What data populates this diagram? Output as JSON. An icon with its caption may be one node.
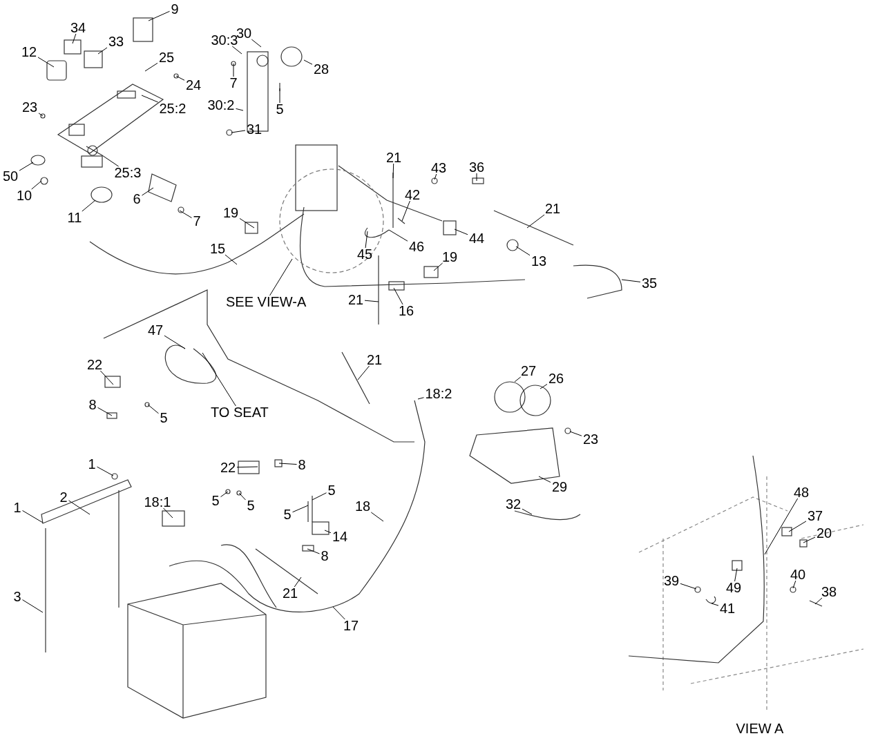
{
  "diagram": {
    "nodes": [
      {
        "text": [
          "9"
        ]
      },
      {
        "text": [
          "34"
        ]
      },
      {
        "text": [
          "30"
        ]
      },
      {
        "text": [
          "30:3"
        ]
      },
      {
        "text": [
          "33"
        ]
      },
      {
        "text": [
          "12"
        ]
      },
      {
        "text": [
          "25"
        ]
      },
      {
        "text": [
          "28"
        ]
      },
      {
        "text": [
          "7"
        ]
      },
      {
        "text": [
          "24"
        ]
      },
      {
        "text": [
          "23"
        ]
      },
      {
        "text": [
          "25:2"
        ]
      },
      {
        "text": [
          "30:2"
        ]
      },
      {
        "text": [
          "5"
        ]
      },
      {
        "text": [
          "31"
        ]
      },
      {
        "text": [
          "25:3"
        ]
      },
      {
        "text": [
          "50"
        ]
      },
      {
        "text": [
          "10"
        ]
      },
      {
        "text": [
          "6"
        ]
      },
      {
        "text": [
          "36"
        ]
      },
      {
        "text": [
          "21"
        ]
      },
      {
        "text": [
          "43"
        ]
      },
      {
        "text": [
          "11"
        ]
      },
      {
        "text": [
          "7"
        ]
      },
      {
        "text": [
          "21"
        ]
      },
      {
        "text": [
          "42"
        ]
      },
      {
        "text": [
          "19"
        ]
      },
      {
        "text": [
          "44"
        ]
      },
      {
        "text": [
          "15"
        ]
      },
      {
        "text": [
          "46"
        ]
      },
      {
        "text": [
          "45"
        ]
      },
      {
        "text": [
          "19"
        ]
      },
      {
        "text": [
          "13"
        ]
      },
      {
        "text": [
          "35"
        ]
      },
      {
        "text": [
          "SEE VIEW-A"
        ]
      },
      {
        "text": [
          "21"
        ]
      },
      {
        "text": [
          "16"
        ]
      },
      {
        "text": [
          "47"
        ]
      },
      {
        "text": [
          "21"
        ]
      },
      {
        "text": [
          "22"
        ]
      },
      {
        "text": [
          "18:2"
        ]
      },
      {
        "text": [
          "27"
        ]
      },
      {
        "text": [
          "26"
        ]
      },
      {
        "text": [
          "8"
        ]
      },
      {
        "text": [
          "5"
        ]
      },
      {
        "text": [
          "TO SEAT"
        ]
      },
      {
        "text": [
          "23"
        ]
      },
      {
        "text": [
          "1"
        ]
      },
      {
        "text": [
          "22"
        ]
      },
      {
        "text": [
          "8"
        ]
      },
      {
        "text": [
          "29"
        ]
      },
      {
        "text": [
          "5"
        ]
      },
      {
        "text": [
          "2"
        ]
      },
      {
        "text": [
          "18:1"
        ]
      },
      {
        "text": [
          "5"
        ]
      },
      {
        "text": [
          "5"
        ]
      },
      {
        "text": [
          "1"
        ]
      },
      {
        "text": [
          "18"
        ]
      },
      {
        "text": [
          "32"
        ]
      },
      {
        "text": [
          "48"
        ]
      },
      {
        "text": [
          "5"
        ]
      },
      {
        "text": [
          "37"
        ]
      },
      {
        "text": [
          "20"
        ]
      },
      {
        "text": [
          "14"
        ]
      },
      {
        "text": [
          "8"
        ]
      },
      {
        "text": [
          "49"
        ]
      },
      {
        "text": [
          "39"
        ]
      },
      {
        "text": [
          "40"
        ]
      },
      {
        "text": [
          "38"
        ]
      },
      {
        "text": [
          "3"
        ]
      },
      {
        "text": [
          "21"
        ]
      },
      {
        "text": [
          "41"
        ]
      },
      {
        "text": [
          "17"
        ]
      }
    ],
    "edges": [
      {
        "from": 0,
        "to": null,
        "arrow": "none"
      },
      {
        "from": 1,
        "to": null,
        "arrow": "none"
      },
      {
        "from": 2,
        "to": null,
        "arrow": "none"
      },
      {
        "from": 3,
        "to": null,
        "arrow": "none"
      },
      {
        "from": 4,
        "to": null,
        "arrow": "none"
      },
      {
        "from": 5,
        "to": null,
        "arrow": "none"
      },
      {
        "from": 6,
        "to": null,
        "arrow": "none"
      },
      {
        "from": 7,
        "to": null,
        "arrow": "none"
      },
      {
        "from": 8,
        "to": null,
        "arrow": "none"
      },
      {
        "from": 9,
        "to": null,
        "arrow": "none"
      },
      {
        "from": 10,
        "to": null,
        "arrow": "none"
      },
      {
        "from": 11,
        "to": null,
        "arrow": "none"
      },
      {
        "from": 12,
        "to": null,
        "arrow": "none"
      },
      {
        "from": 13,
        "to": null,
        "arrow": "none"
      },
      {
        "from": 14,
        "to": null,
        "arrow": "none"
      },
      {
        "from": 15,
        "to": null,
        "arrow": "none"
      },
      {
        "from": 16,
        "to": null,
        "arrow": "none"
      },
      {
        "from": 17,
        "to": null,
        "arrow": "none"
      },
      {
        "from": 18,
        "to": null,
        "arrow": "none"
      },
      {
        "from": 19,
        "to": null,
        "arrow": "none"
      },
      {
        "from": 20,
        "to": null,
        "arrow": "none"
      },
      {
        "from": 21,
        "to": null,
        "arrow": "none"
      },
      {
        "from": 22,
        "to": null,
        "arrow": "none"
      },
      {
        "from": 23,
        "to": null,
        "arrow": "none"
      },
      {
        "from": 24,
        "to": null,
        "arrow": "none"
      },
      {
        "from": 25,
        "to": null,
        "arrow": "none"
      },
      {
        "from": 26,
        "to": null,
        "arrow": "none"
      },
      {
        "from": 27,
        "to": null,
        "arrow": "none"
      },
      {
        "from": 28,
        "to": null,
        "arrow": "none"
      },
      {
        "from": 29,
        "to": null,
        "arrow": "none"
      },
      {
        "from": 30,
        "to": null,
        "arrow": "none"
      },
      {
        "from": 31,
        "to": null,
        "arrow": "none"
      },
      {
        "from": 32,
        "to": null,
        "arrow": "none"
      },
      {
        "from": 33,
        "to": null,
        "arrow": "none"
      },
      {
        "from": 34,
        "to": null,
        "arrow": "none"
      },
      {
        "from": 35,
        "to": null,
        "arrow": "none"
      },
      {
        "from": 36,
        "to": null,
        "arrow": "none"
      },
      {
        "from": 37,
        "to": null,
        "arrow": "none"
      },
      {
        "from": 38,
        "to": null,
        "arrow": "none"
      },
      {
        "from": 39,
        "to": null,
        "arrow": "none"
      },
      {
        "from": 40,
        "to": null,
        "arrow": "none"
      },
      {
        "from": 41,
        "to": null,
        "arrow": "none"
      },
      {
        "from": 42,
        "to": null,
        "arrow": "none"
      },
      {
        "from": 43,
        "to": null,
        "arrow": "none"
      },
      {
        "from": 44,
        "to": null,
        "arrow": "none"
      },
      {
        "from": 45,
        "to": null,
        "arrow": "none"
      },
      {
        "from": 46,
        "to": null,
        "arrow": "none"
      },
      {
        "from": 47,
        "to": null,
        "arrow": "none"
      },
      {
        "from": 48,
        "to": null,
        "arrow": "none"
      },
      {
        "from": 49,
        "to": null,
        "arrow": "none"
      },
      {
        "from": 50,
        "to": null,
        "arrow": "none"
      },
      {
        "from": 51,
        "to": null,
        "arrow": "none"
      },
      {
        "from": 52,
        "to": null,
        "arrow": "none"
      },
      {
        "from": 53,
        "to": null,
        "arrow": "none"
      },
      {
        "from": 54,
        "to": null,
        "arrow": "none"
      },
      {
        "from": 55,
        "to": null,
        "arrow": "none"
      },
      {
        "from": 56,
        "to": null,
        "arrow": "none"
      },
      {
        "from": 57,
        "to": null,
        "arrow": "none"
      },
      {
        "from": 58,
        "to": null,
        "arrow": "none"
      },
      {
        "from": 59,
        "to": null,
        "arrow": "none"
      },
      {
        "from": 60,
        "to": null,
        "arrow": "none"
      },
      {
        "from": 61,
        "to": null,
        "arrow": "none"
      },
      {
        "from": 62,
        "to": null,
        "arrow": "none"
      },
      {
        "from": 63,
        "to": null,
        "arrow": "none"
      },
      {
        "from": 64,
        "to": null,
        "arrow": "none"
      },
      {
        "from": 65,
        "to": null,
        "arrow": "none"
      },
      {
        "from": 66,
        "to": null,
        "arrow": "none"
      },
      {
        "from": 67,
        "to": null,
        "arrow": "none"
      },
      {
        "from": 68,
        "to": null,
        "arrow": "none"
      },
      {
        "from": 69,
        "to": null,
        "arrow": "none"
      },
      {
        "from": 70,
        "to": null,
        "arrow": "none"
      },
      {
        "from": 71,
        "to": null,
        "arrow": "none"
      },
      {
        "from": 72,
        "to": null,
        "arrow": "none"
      }
    ],
    "labels": [
      "VIEW A"
    ]
  }
}
